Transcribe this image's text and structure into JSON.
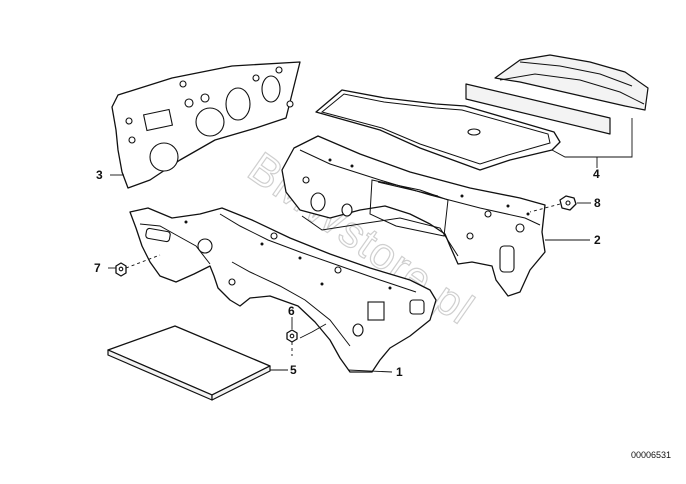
{
  "callouts": {
    "c1": "1",
    "c2": "2",
    "c3": "3",
    "c4": "4",
    "c5": "5",
    "c6": "6",
    "c7": "7",
    "c8": "8"
  },
  "watermark": "BMWstore.pl",
  "reference_number": "00006531"
}
